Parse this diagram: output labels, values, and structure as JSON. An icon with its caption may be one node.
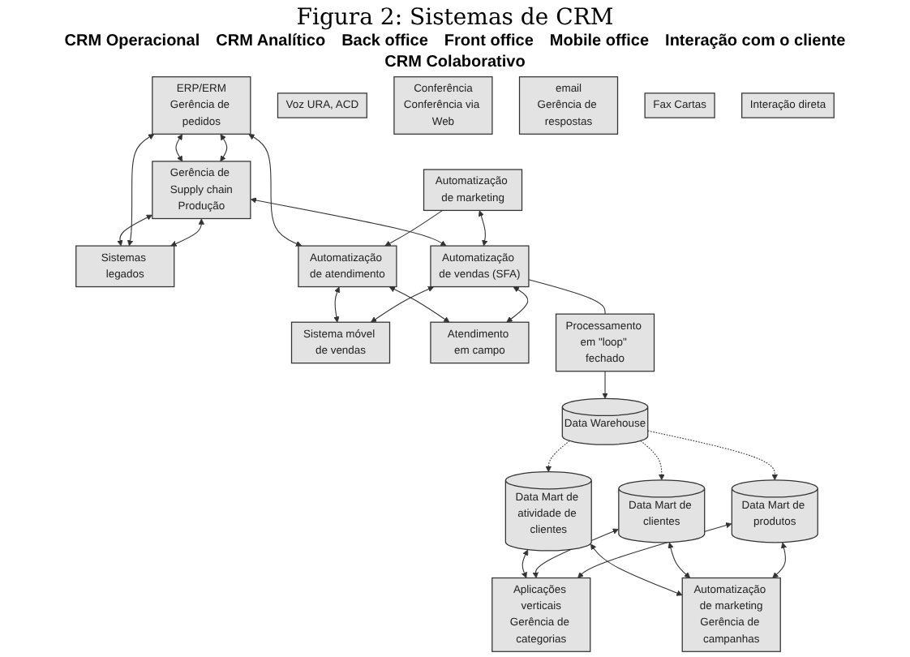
{
  "diagram": {
    "title": "Figura 2: Sistemas de CRM",
    "nodes": [
      {
        "text": [
          "ERP/ERM",
          "Gerência de pedidos"
        ]
      },
      {
        "text": [
          "Gerência de Supply chain",
          "Produção"
        ]
      },
      {
        "text": [
          "Sistemas legados"
        ]
      },
      {
        "text": [
          "Automatização de atendimento"
        ]
      },
      {
        "text": [
          "Automatização de marketing"
        ]
      },
      {
        "text": [
          "Automatização de vendas (SFA)"
        ]
      },
      {
        "text": [
          "Sistema móvel de vendas"
        ]
      },
      {
        "text": [
          "Atendimento em campo"
        ]
      },
      {
        "text": [
          "Processamento em \"loop\" fechado"
        ]
      },
      {
        "text": [
          "Data Warehouse"
        ]
      },
      {
        "text": [
          "Data Mart de atividade de clientes"
        ]
      },
      {
        "text": [
          "Data Mart de clientes"
        ]
      },
      {
        "text": [
          "Data Mart de produtos"
        ]
      },
      {
        "text": [
          "Aplicações verticais",
          "Gerência de categorias"
        ]
      },
      {
        "text": [
          "Automatização de marketing",
          "Gerência de campanhas"
        ]
      },
      {
        "text": [
          "Voz URA, ACD"
        ]
      },
      {
        "text": [
          "Conferência",
          "Conferência via Web"
        ]
      },
      {
        "text": [
          "email",
          "Gerência de respostas"
        ]
      },
      {
        "text": [
          "Fax Cartas"
        ]
      },
      {
        "text": [
          "Interação direta"
        ]
      }
    ],
    "edges": [
      {
        "from": 0,
        "to": 1,
        "arrow": "both"
      },
      {
        "from": 1,
        "to": 2,
        "arrow": "both"
      },
      {
        "from": 0,
        "to": 1,
        "arrow": "both"
      },
      {
        "from": 0,
        "to": 2,
        "arrow": "both"
      },
      {
        "from": 1,
        "to": 2,
        "arrow": "both"
      },
      {
        "from": 0,
        "to": 3,
        "arrow": "both"
      },
      {
        "from": 1,
        "to": 5,
        "arrow": "both"
      },
      {
        "from": 4,
        "to": 3,
        "arrow": "to"
      },
      {
        "from": 4,
        "to": 5,
        "arrow": "both"
      },
      {
        "from": 3,
        "to": 6,
        "arrow": "both"
      },
      {
        "from": 3,
        "to": 7,
        "arrow": "both"
      },
      {
        "from": 5,
        "to": 6,
        "arrow": "both"
      },
      {
        "from": 5,
        "to": 7,
        "arrow": "both"
      },
      {
        "from": 5,
        "to": 8,
        "arrow": "none"
      },
      {
        "from": 8,
        "to": 9,
        "arrow": "to"
      },
      {
        "from": 9,
        "to": 10,
        "arrow": "to",
        "style": "dashed"
      },
      {
        "from": 9,
        "to": 11,
        "arrow": "to",
        "style": "dashed"
      },
      {
        "from": 9,
        "to": 12,
        "arrow": "to",
        "style": "dashed"
      },
      {
        "from": 10,
        "to": 13,
        "arrow": "both"
      },
      {
        "from": 10,
        "to": 14,
        "arrow": "both"
      },
      {
        "from": 11,
        "to": 13,
        "arrow": "both"
      },
      {
        "from": 11,
        "to": 14,
        "arrow": "both"
      },
      {
        "from": 12,
        "to": 13,
        "arrow": "both"
      },
      {
        "from": 12,
        "to": 14,
        "arrow": "both"
      }
    ],
    "labels": [
      "CRM Operacional",
      "CRM Analítico",
      "Back office",
      "Front office",
      "Mobile office",
      "Interação com o cliente",
      "CRM Colaborativo"
    ]
  }
}
